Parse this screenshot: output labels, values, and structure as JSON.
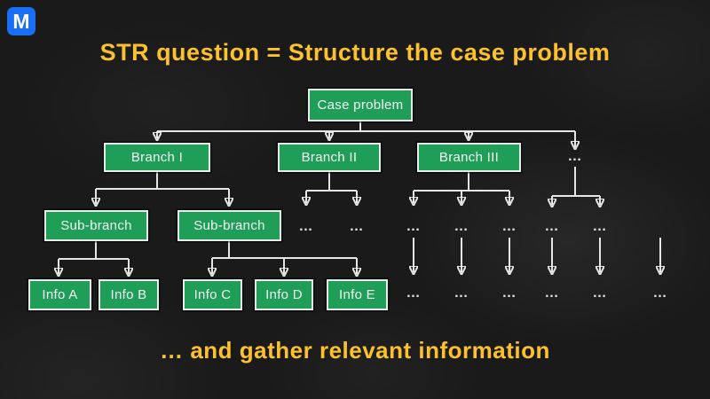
{
  "logo": {
    "letter": "M"
  },
  "slide": {
    "title": "STR question = Structure the case problem",
    "footer": "… and gather relevant information"
  },
  "theme": {
    "bg": "#1a1a1a",
    "accent": "#fcc12d",
    "box": "#1e9e57",
    "box_border": "#ececec",
    "line": "#e6e6e6",
    "text": "#f5f5f5",
    "logo": "#1a6ff2"
  },
  "tree": {
    "root": {
      "label": "Case problem"
    },
    "branches": [
      {
        "label": "Branch I"
      },
      {
        "label": "Branch II"
      },
      {
        "label": "Branch III"
      },
      {
        "label": "…"
      }
    ],
    "sub_branches": [
      {
        "label": "Sub-branch"
      },
      {
        "label": "Sub-branch"
      }
    ],
    "sub_ellipses": [
      "…",
      "…",
      "…",
      "…",
      "…",
      "…",
      "…"
    ],
    "info_boxes": [
      {
        "label": "Info A"
      },
      {
        "label": "Info B"
      },
      {
        "label": "Info C"
      },
      {
        "label": "Info D"
      },
      {
        "label": "Info E"
      }
    ],
    "bottom_ellipses": [
      "…",
      "…",
      "…",
      "…",
      "…",
      "…"
    ]
  }
}
